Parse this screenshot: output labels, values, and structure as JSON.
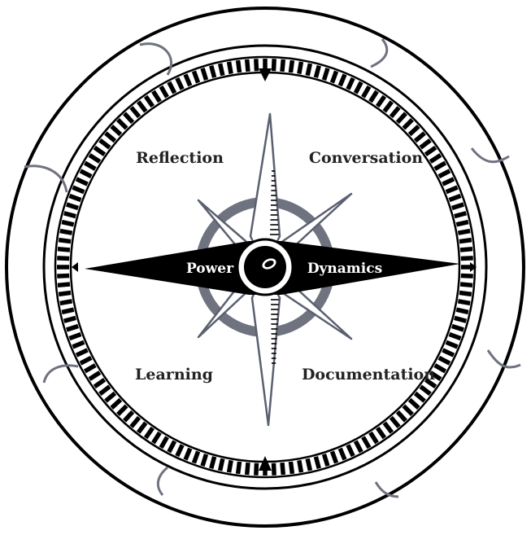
{
  "diagram": {
    "quadrants": {
      "top_left": "Reflection",
      "top_right": "Conversation",
      "bottom_left": "Learning",
      "bottom_right": "Documentation"
    },
    "center": {
      "left": "Power",
      "right": "Dynamics"
    }
  },
  "colors": {
    "ink": "#000000",
    "accent_gray": "#6f7380",
    "outline_gray": "#5b6070",
    "background": "#ffffff"
  }
}
